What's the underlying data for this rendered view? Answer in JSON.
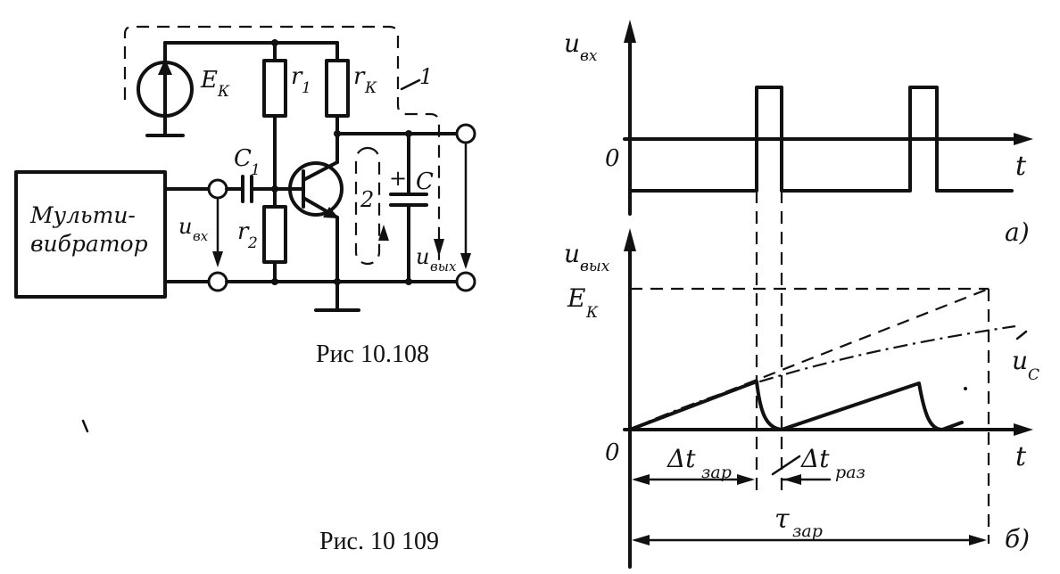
{
  "figure_108": {
    "caption": "Рис 10.108",
    "multivibrator_label_line1": "Мульти-",
    "multivibrator_label_line2": "вибратор",
    "source_label": "E",
    "source_sub": "К",
    "r1_label": "r",
    "r1_sub": "1",
    "rk_label": "r",
    "rk_sub": "К",
    "r2_label": "r",
    "r2_sub": "2",
    "c1_label": "C",
    "c1_sub": "1",
    "c_label": "C",
    "c_plus": "+",
    "loop1_label": "1",
    "loop2_label": "2",
    "uin_label": "u",
    "uin_sub": "вх",
    "uout_label": "u",
    "uout_sub": "вых"
  },
  "figure_109": {
    "caption": "Рис. 10 109",
    "graph_a": {
      "ylabel": "u",
      "ylabel_sub": "вх",
      "xlabel": "t",
      "zero": "0",
      "panel": "а)"
    },
    "graph_b": {
      "ylabel": "u",
      "ylabel_sub": "вых",
      "xlabel": "t",
      "zero": "0",
      "ek_label": "E",
      "ek_sub": "К",
      "uc_label": "u",
      "uc_sub": "C",
      "dt_charge": "Δt",
      "dt_charge_sub": "зар",
      "dt_discharge": "Δt",
      "dt_discharge_sub": "раз",
      "tau": "τ",
      "tau_sub": "зар",
      "panel": "б)"
    }
  }
}
